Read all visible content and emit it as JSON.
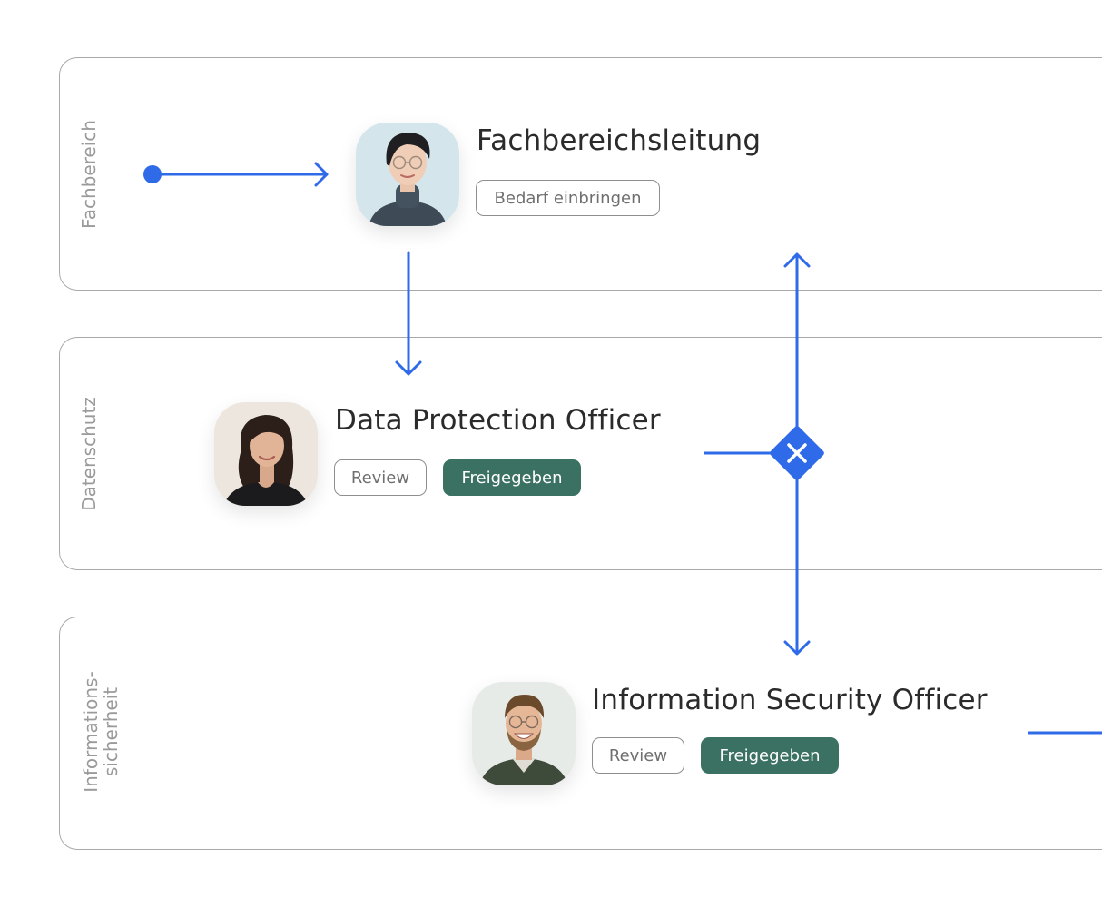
{
  "lanes": [
    {
      "label": "Fachbereich"
    },
    {
      "label": "Datenschutz"
    },
    {
      "label_line1": "Informations-",
      "label_line2": "sicherheit"
    }
  ],
  "roles": [
    {
      "title": "Fachbereichsleitung",
      "tags": [
        "Bedarf einbringen"
      ]
    },
    {
      "title": "Data Protection Officer",
      "tags": [
        "Review",
        "Freigegeben"
      ]
    },
    {
      "title": "Information Security Officer",
      "tags": [
        "Review",
        "Freigegeben"
      ]
    }
  ],
  "colors": {
    "connector": "#2f6ae8",
    "gateway": "#2f6ae8",
    "approved_chip": "#3b7163",
    "lane_border": "#a9a9a9",
    "lane_label": "#9a9a9a"
  },
  "icons": {
    "start_event": "filled-circle",
    "gateway": "diamond-x-icon"
  }
}
